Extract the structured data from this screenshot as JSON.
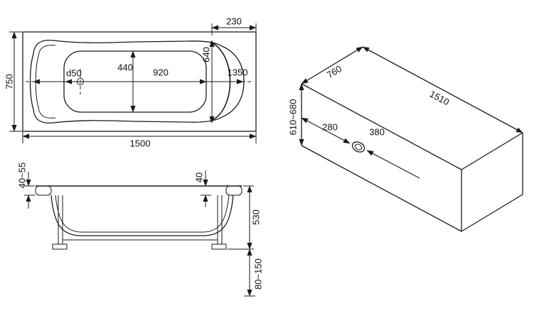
{
  "colors": {
    "line": "#1a1a1a",
    "background": "#ffffff"
  },
  "dims": {
    "top": {
      "d230": "230",
      "d750": "750",
      "d640": "640",
      "d440": "440",
      "d920": "920",
      "d1350": "1350",
      "d1500": "1500",
      "drain": "d50"
    },
    "side": {
      "d40_55": "40~55",
      "d40": "40",
      "d530": "530",
      "d80_150": "80~150"
    },
    "iso": {
      "d760": "760",
      "d1510": "1510",
      "d610_680": "610~680",
      "d280": "280",
      "d380": "380"
    }
  }
}
